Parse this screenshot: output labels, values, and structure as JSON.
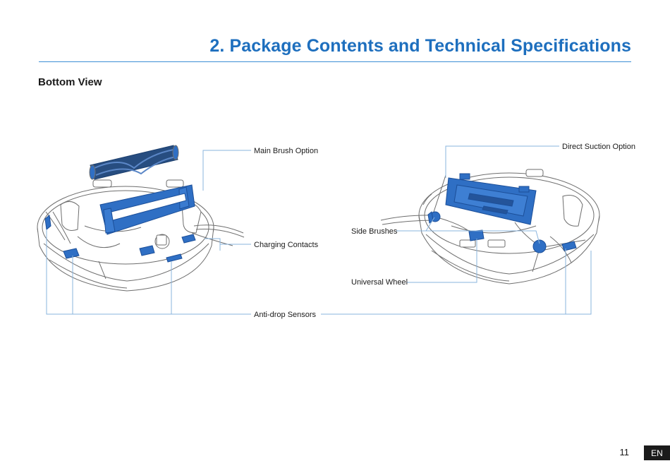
{
  "header": {
    "title": "2. Package Contents and Technical Specifications"
  },
  "section": {
    "title": "Bottom View"
  },
  "figure": {
    "labels": {
      "main_brush": "Main Brush Option",
      "charging_contacts": "Charging Contacts",
      "anti_drop": "Anti-drop Sensors",
      "direct_suction": "Direct Suction Option",
      "side_brushes": "Side Brushes",
      "universal_wheel": "Universal Wheel"
    },
    "colors": {
      "accent_blue": "#2f6fc4",
      "outline": "#6e6e6e",
      "leader_line": "#8ab4de"
    }
  },
  "footer": {
    "page_number": "11",
    "language": "EN"
  }
}
